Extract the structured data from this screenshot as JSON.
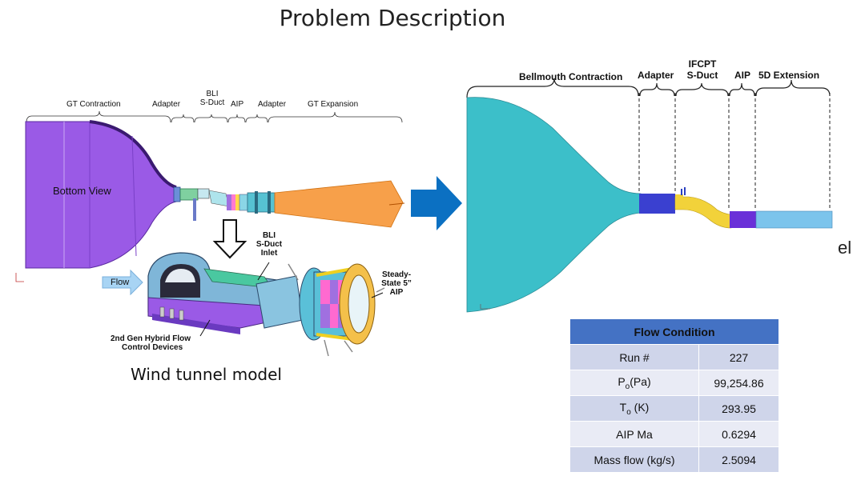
{
  "title": "Problem Description",
  "left": {
    "segments": [
      "GT Contraction",
      "Adapter",
      "BLI",
      "S-Duct",
      "AIP",
      "Adapter",
      "GT Expansion"
    ],
    "bottom_view": "Bottom View",
    "inlet_label": [
      "BLI",
      "S-Duct",
      "Inlet"
    ],
    "flow_label": "Flow",
    "aip_label": [
      "Steady-",
      "State 5”",
      "AIP"
    ],
    "devices_label": [
      "2nd Gen Hybrid Flow",
      "Control Devices"
    ],
    "caption": "Wind tunnel model"
  },
  "right": {
    "segments": [
      "Bellmouth Contraction",
      "Adapter",
      "IFCPT",
      "S-Duct",
      "AIP",
      "5D Extension"
    ],
    "stray_text": "el"
  },
  "flow_table": {
    "header": "Flow Condition",
    "rows": [
      {
        "label": "Run #",
        "value": "227"
      },
      {
        "label": "P",
        "label_sub": "o",
        "label_rest": "(Pa)",
        "value": "99,254.86"
      },
      {
        "label": "T",
        "label_sub": "o",
        "label_rest": " (K)",
        "value": "293.95"
      },
      {
        "label": "AIP Ma",
        "value": "0.6294"
      },
      {
        "label": "Mass flow (kg/s)",
        "value": "2.5094"
      }
    ]
  },
  "colors": {
    "contraction_purple": "#9a5ae6",
    "expansion_orange": "#f7a04a",
    "bellmouth_teal": "#3cbfc9",
    "arrow_blue": "#0b70c2",
    "table_header": "#4472c4"
  }
}
